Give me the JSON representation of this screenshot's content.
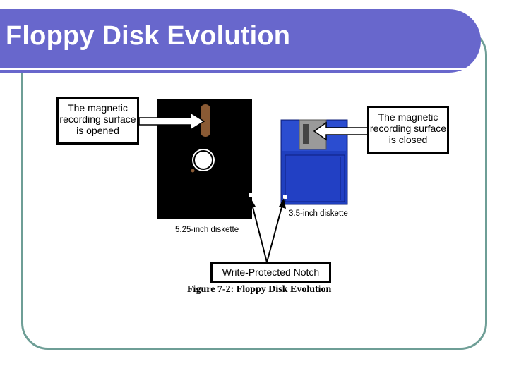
{
  "slide": {
    "title": "Floppy Disk Evolution"
  },
  "callouts": {
    "left": {
      "lines": [
        "The magnetic",
        "recording surface",
        "is opened"
      ]
    },
    "right": {
      "lines": [
        "The magnetic",
        "recording surface",
        "is closed"
      ]
    }
  },
  "labels": {
    "floppy_525": "5.25-inch diskette",
    "floppy_35": "3.5-inch diskette",
    "write_protect": "Write-Protected Notch",
    "figure_caption": "Figure 7-2: Floppy Disk Evolution"
  },
  "colors": {
    "title_band": "#6867cc",
    "frame": "#6e9e96",
    "floppy_525": "#000000",
    "floppy_35": "#1f3fbf",
    "head_window": "#8a5a34",
    "shutter": "#9a9a9a"
  }
}
